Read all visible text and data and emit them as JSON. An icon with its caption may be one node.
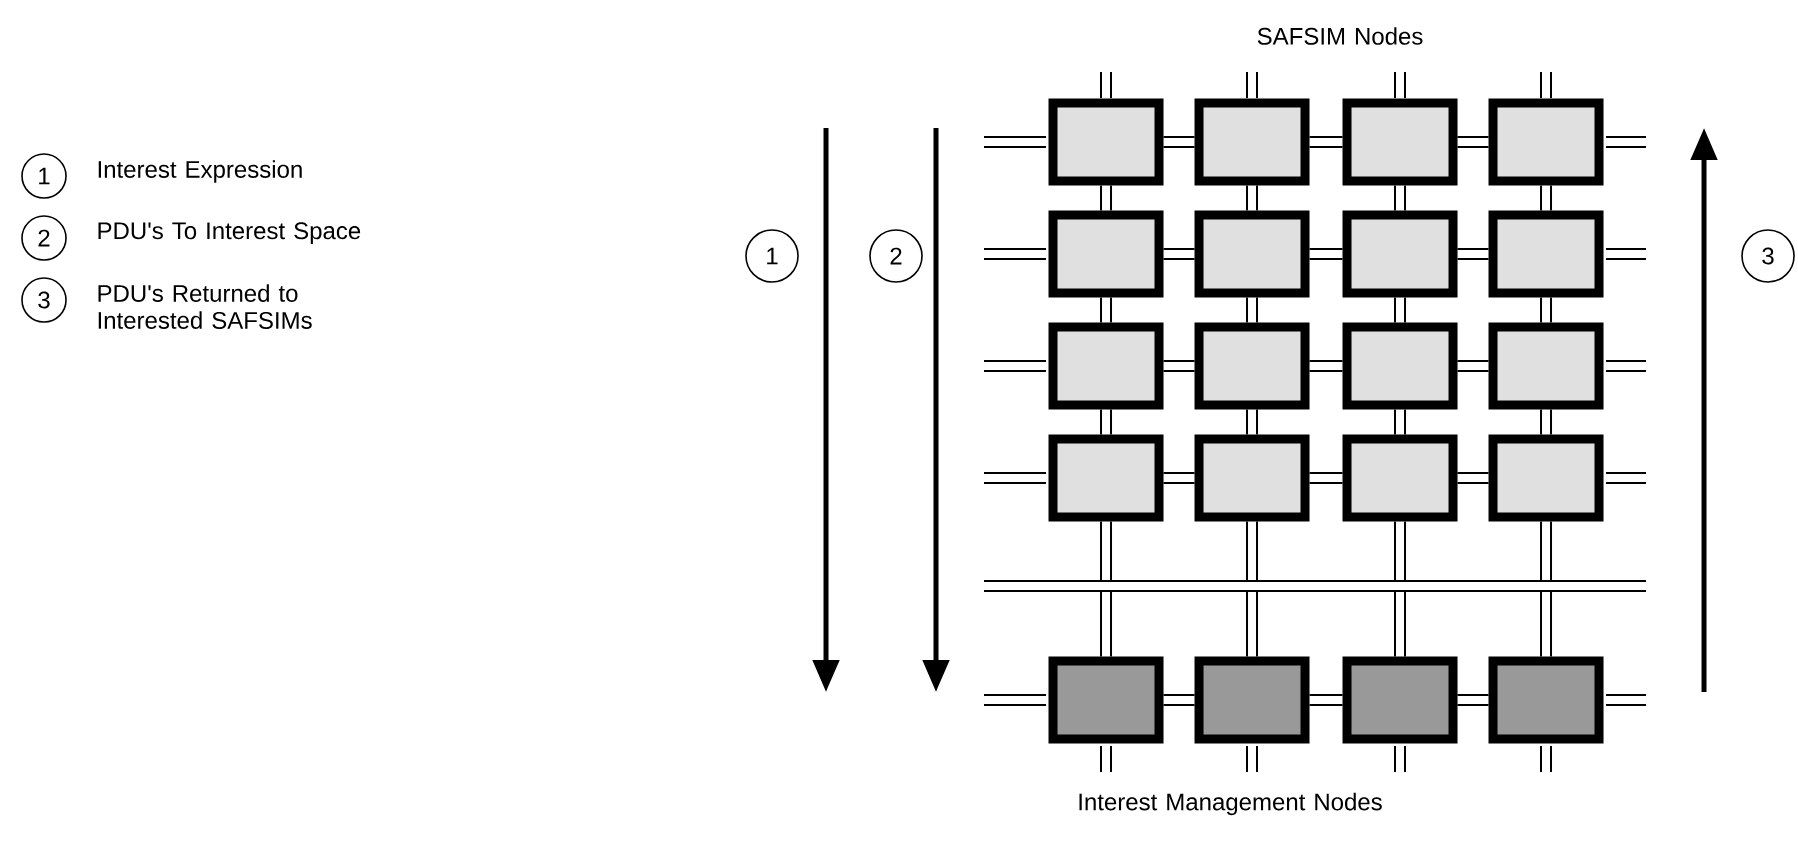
{
  "diagram": {
    "nodes": [
      {
        "text": [
          "1"
        ],
        "beside": [
          "Interest Expression"
        ]
      },
      {
        "text": [
          "2"
        ],
        "beside": [
          "PDU's To Interest Space"
        ]
      },
      {
        "text": [
          "3"
        ],
        "beside": [
          "PDU's Returned to Interested SAFSIMs"
        ]
      },
      {
        "text": [
          "1"
        ]
      },
      {
        "text": [
          "2"
        ]
      },
      {
        "text": [
          "3"
        ]
      },
      {
        "text": [],
        "shape": "box"
      },
      {
        "text": [],
        "shape": "box"
      },
      {
        "text": [],
        "shape": "box"
      },
      {
        "text": [],
        "shape": "box"
      },
      {
        "text": [],
        "shape": "box"
      },
      {
        "text": [],
        "shape": "box"
      },
      {
        "text": [],
        "shape": "box"
      },
      {
        "text": [],
        "shape": "box"
      },
      {
        "text": [],
        "shape": "box"
      },
      {
        "text": [],
        "shape": "box"
      },
      {
        "text": [],
        "shape": "box"
      },
      {
        "text": [],
        "shape": "box"
      },
      {
        "text": [],
        "shape": "box"
      },
      {
        "text": [],
        "shape": "box"
      },
      {
        "text": [],
        "shape": "box"
      },
      {
        "text": [],
        "shape": "box"
      },
      {
        "text": [],
        "shape": "box"
      },
      {
        "text": [],
        "shape": "box"
      },
      {
        "text": [],
        "shape": "box"
      },
      {
        "text": [],
        "shape": "box"
      }
    ],
    "edges": [
      {
        "from": 6,
        "to": 7,
        "arrow": "none"
      },
      {
        "from": 7,
        "to": 8,
        "arrow": "none"
      },
      {
        "from": 8,
        "to": 9,
        "arrow": "none"
      },
      {
        "from": 10,
        "to": 11,
        "arrow": "none"
      },
      {
        "from": 11,
        "to": 12,
        "arrow": "none"
      },
      {
        "from": 12,
        "to": 13,
        "arrow": "none"
      },
      {
        "from": 14,
        "to": 15,
        "arrow": "none"
      },
      {
        "from": 15,
        "to": 16,
        "arrow": "none"
      },
      {
        "from": 16,
        "to": 17,
        "arrow": "none"
      },
      {
        "from": 18,
        "to": 19,
        "arrow": "none"
      },
      {
        "from": 19,
        "to": 20,
        "arrow": "none"
      },
      {
        "from": 20,
        "to": 21,
        "arrow": "none"
      },
      {
        "from": 22,
        "to": 23,
        "arrow": "none"
      },
      {
        "from": 23,
        "to": 24,
        "arrow": "none"
      },
      {
        "from": 24,
        "to": 25,
        "arrow": "none"
      },
      {
        "from": 6,
        "to": 10,
        "arrow": "none"
      },
      {
        "from": 7,
        "to": 11,
        "arrow": "none"
      },
      {
        "from": 8,
        "to": 12,
        "arrow": "none"
      },
      {
        "from": 9,
        "to": 13,
        "arrow": "none"
      },
      {
        "from": 10,
        "to": 14,
        "arrow": "none"
      },
      {
        "from": 11,
        "to": 15,
        "arrow": "none"
      },
      {
        "from": 12,
        "to": 16,
        "arrow": "none"
      },
      {
        "from": 13,
        "to": 17,
        "arrow": "none"
      },
      {
        "from": 14,
        "to": 18,
        "arrow": "none"
      },
      {
        "from": 15,
        "to": 19,
        "arrow": "none"
      },
      {
        "from": 16,
        "to": 20,
        "arrow": "none"
      },
      {
        "from": 17,
        "to": 21,
        "arrow": "none"
      },
      {
        "from": 18,
        "to": 22,
        "arrow": "none"
      },
      {
        "from": 19,
        "to": 23,
        "arrow": "none"
      },
      {
        "from": 20,
        "to": 24,
        "arrow": "none"
      },
      {
        "from": 21,
        "to": 25,
        "arrow": "none"
      }
    ],
    "labels": [
      "SAFSIM Nodes",
      "Interest Management Nodes"
    ]
  }
}
